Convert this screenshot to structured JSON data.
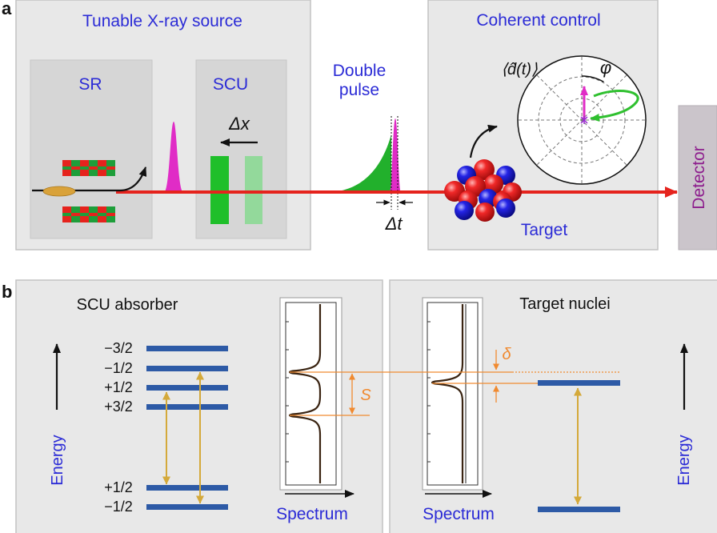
{
  "figure": {
    "panel_a": {
      "label": "a",
      "xray_source": {
        "title": "Tunable X-ray source",
        "sr_label": "SR",
        "scu_label": "SCU",
        "shift_label": "Δx"
      },
      "double_pulse": {
        "label_lines": [
          "Double",
          "pulse"
        ],
        "delay_label": "Δt"
      },
      "coherent_control": {
        "title": "Coherent control",
        "dipole_label": "⟨d̂(t)⟩",
        "phase_label": "φ",
        "target_label": "Target"
      },
      "detector": {
        "label": "Detector"
      }
    },
    "panel_b": {
      "label": "b",
      "scu_absorber": {
        "title": "SCU absorber",
        "axis_label": "Energy",
        "level_labels": [
          "−3/2",
          "−1/2",
          "+1/2",
          "+3/2",
          "+1/2",
          "−1/2"
        ],
        "spectrum_label": "Spectrum",
        "splitting_label": "S"
      },
      "target_nuclei": {
        "title": "Target nuclei",
        "axis_label": "Energy",
        "spectrum_label": "Spectrum",
        "detuning_label": "δ"
      }
    }
  },
  "colors": {
    "label_blue": "#2b2bd6",
    "beam_red": "#e5231d",
    "pulse_magenta": "#e02cc6",
    "filter_green": "#1fbf2a",
    "level_blue": "#2d5aa6",
    "transition_gold": "#d4a93a",
    "offset_orange": "#f08a30",
    "detector_purple": "#8d1d8d"
  }
}
